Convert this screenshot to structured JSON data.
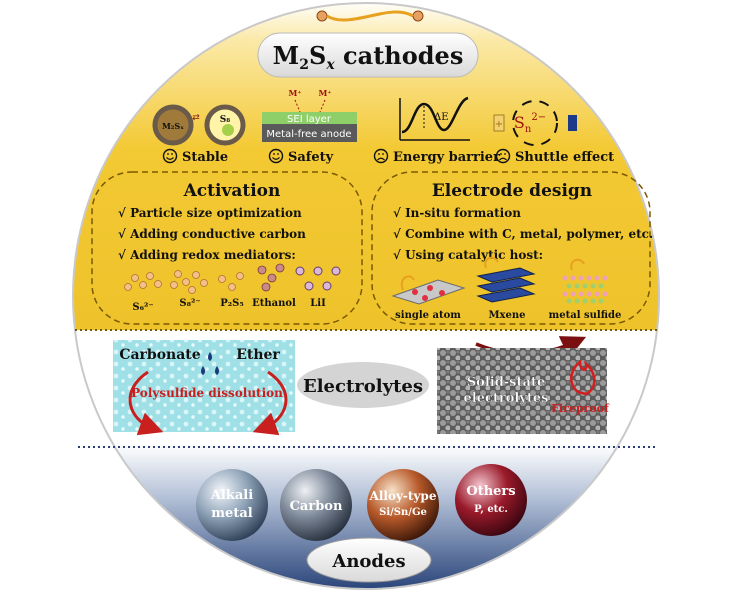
{
  "cathodes": {
    "title_main": "M",
    "title_sub1": "2",
    "title_s": "S",
    "title_x": "x",
    "title_rest": " cathodes",
    "features": [
      {
        "label": "Stable",
        "face": "happy"
      },
      {
        "label": "Safety",
        "face": "happy"
      },
      {
        "label": "Energy barrier",
        "face": "sad"
      },
      {
        "label": "Shuttle effect",
        "face": "sad"
      }
    ],
    "stable_icon": {
      "left": "M₂Sₓ",
      "right": "S₈"
    },
    "safety_icon": {
      "layer": "SEI layer",
      "anode": "Metal-free anode",
      "ion": "M⁺"
    },
    "energy_icon": {
      "delta": "ΔE"
    },
    "shuttle_icon": {
      "center": "S",
      "sub": "n",
      "sup": "2−",
      "plus": "+"
    }
  },
  "activation": {
    "title": "Activation",
    "items": [
      "√ Particle size optimization",
      "√ Adding conductive carbon",
      "√ Adding redox mediators:"
    ],
    "mediators": [
      "S₆²⁻",
      "S₈²⁻",
      "P₂S₅",
      "Ethanol",
      "LiI"
    ]
  },
  "electrode": {
    "title": "Electrode design",
    "items": [
      "√ In-situ formation",
      "√ Combine with C, metal, polymer, etc.",
      "√ Using catalytic host:"
    ],
    "hosts": [
      "single atom",
      "Mxene",
      "metal sulfide"
    ]
  },
  "electrolytes": {
    "title": "Electrolytes",
    "carbonate": "Carbonate",
    "ether": "Ether",
    "dissolution": "Polysulfide dissolution",
    "solid_line1": "Solid-state",
    "solid_line2": "electrolytes",
    "fireproof": "Fireproof"
  },
  "anodes": {
    "title": "Anodes",
    "spheres": [
      {
        "line1": "Alkali",
        "line2": "metal",
        "color": "#8fa3b8"
      },
      {
        "line1": "Carbon",
        "line2": "",
        "color": "#8a96a6"
      },
      {
        "line1": "Alloy-type",
        "line2": "Si/Sn/Ge",
        "color": "#b85a2a"
      },
      {
        "line1": "Others",
        "line2": "P, etc.",
        "color": "#9a1a2a"
      }
    ]
  },
  "colors": {
    "gold": "#f0c020",
    "navy": "#1c3570",
    "green_check": "#2f5d2a"
  }
}
